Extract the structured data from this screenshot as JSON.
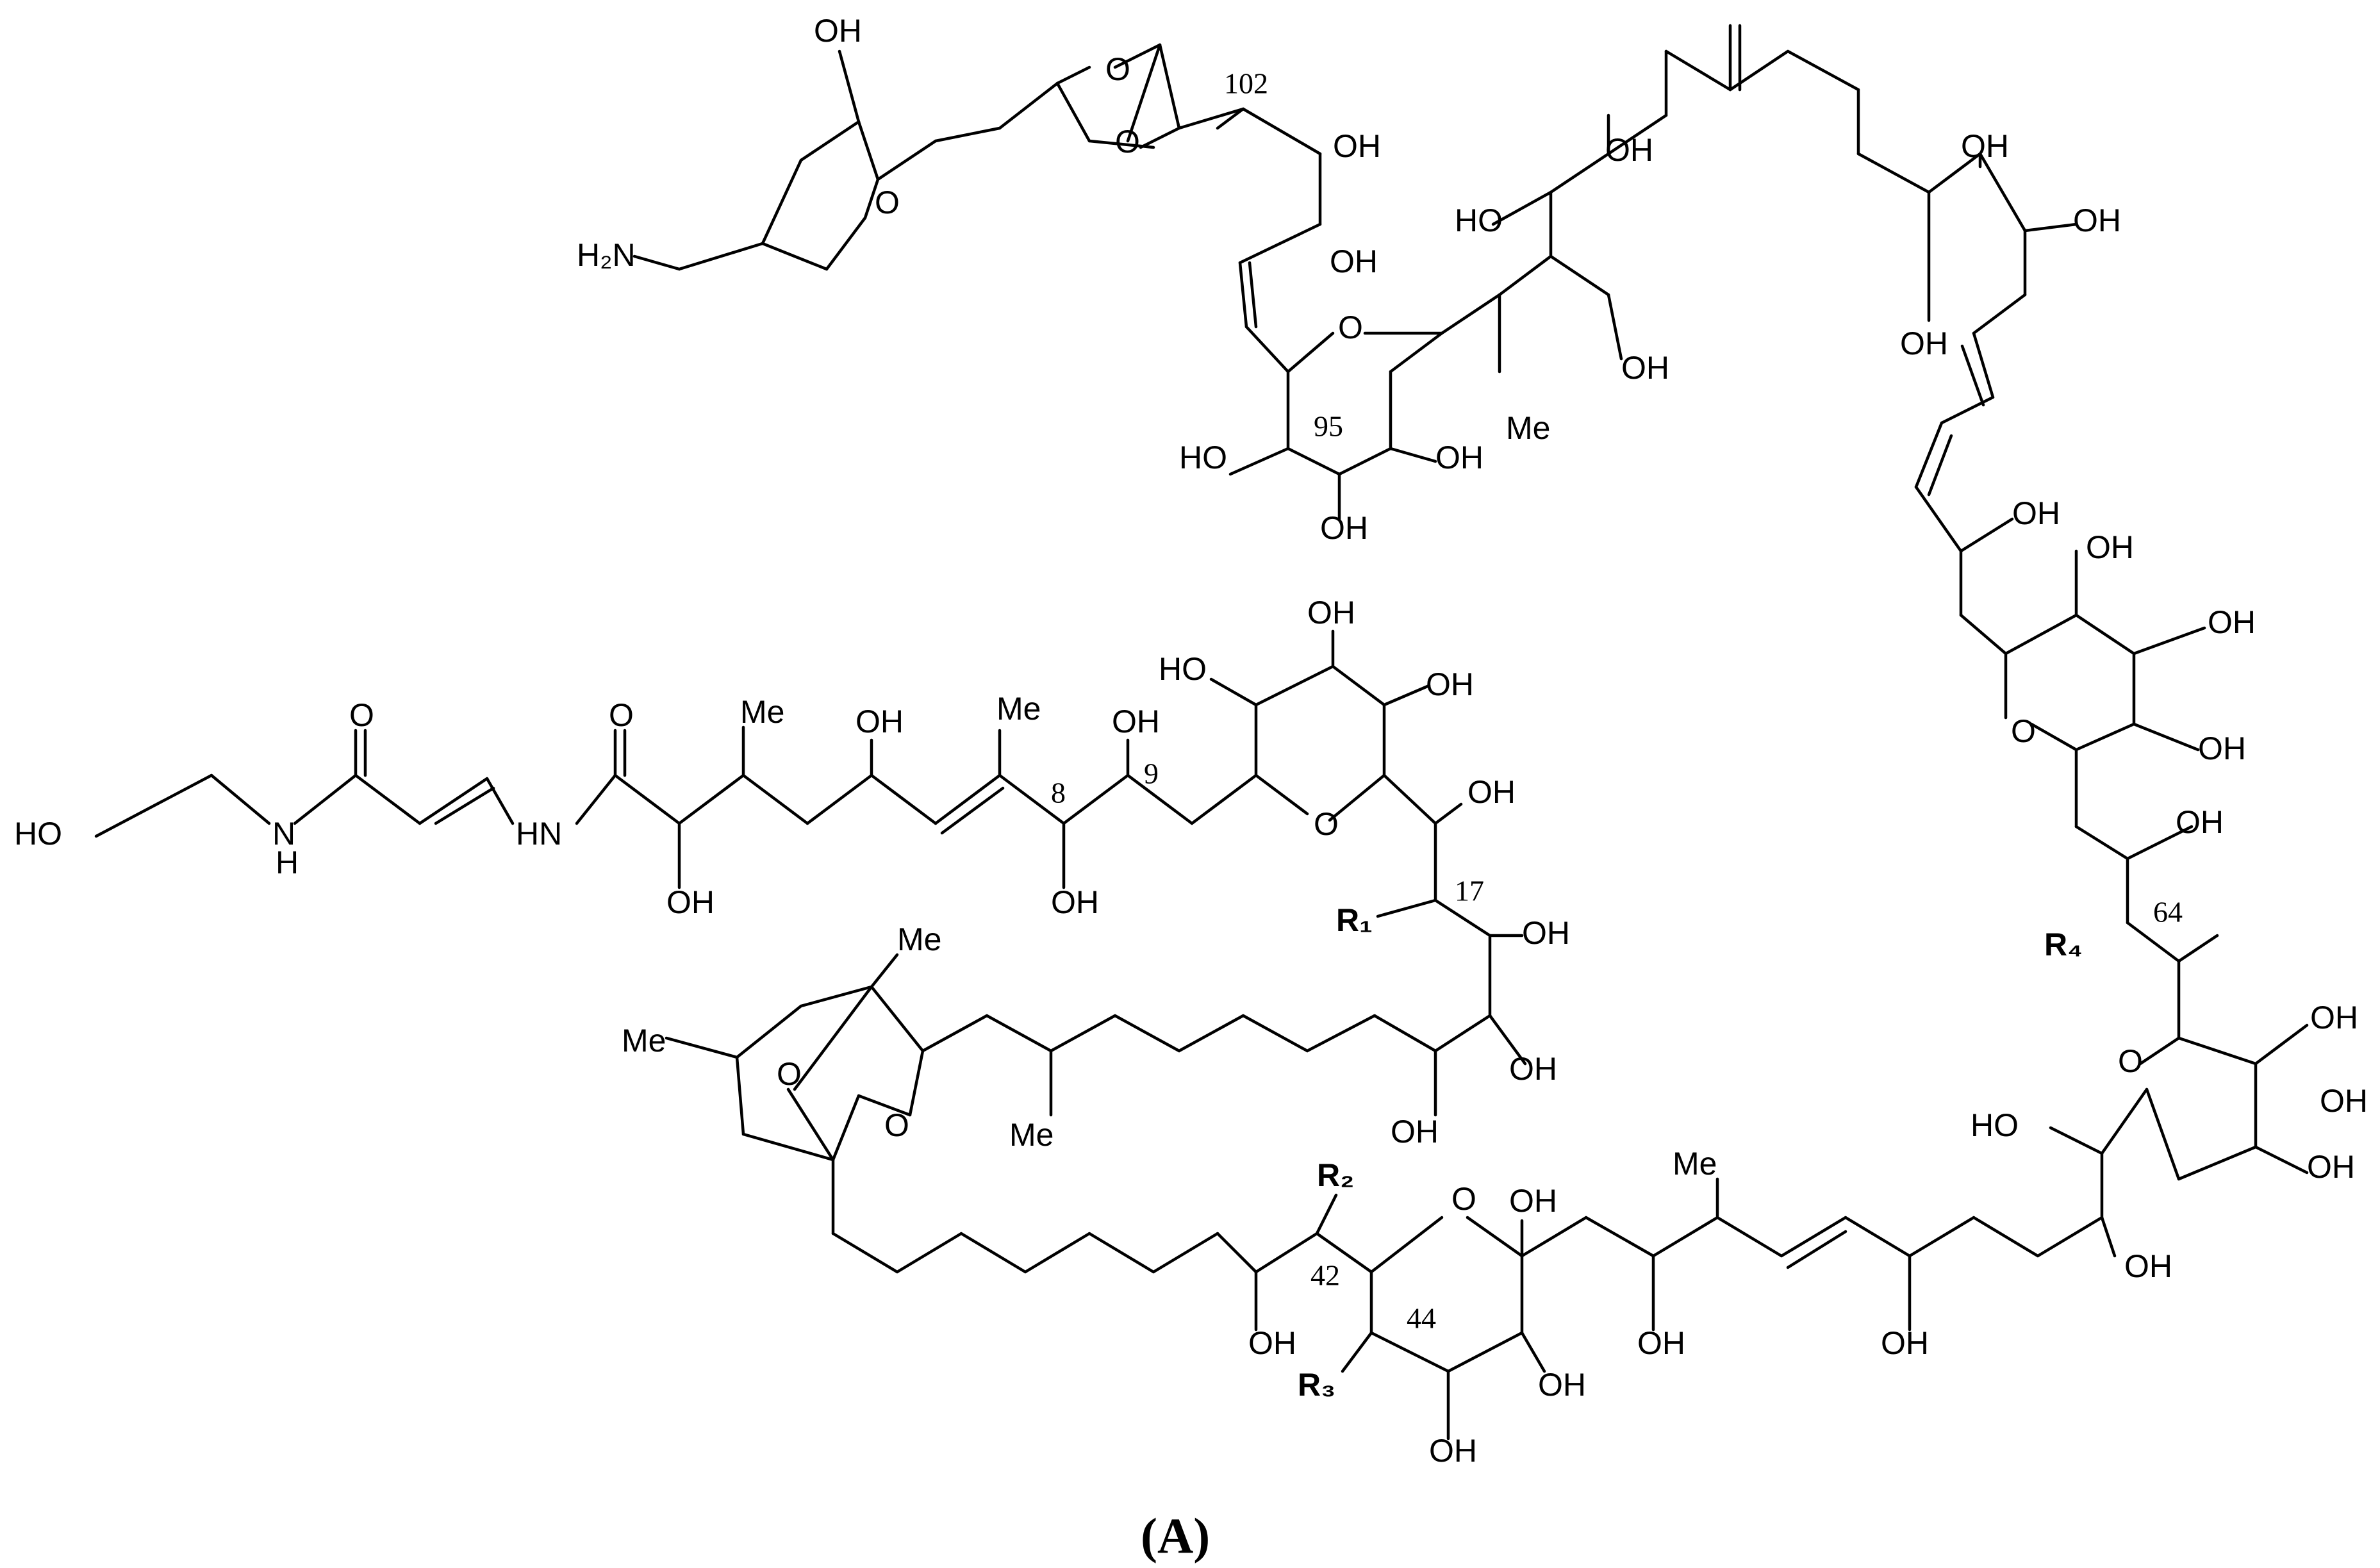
{
  "labels": {
    "oh": "OH",
    "ho": "HO",
    "o": "O",
    "me": "Me",
    "hn": "HN",
    "nh": "N",
    "h": "H",
    "h2n": "H₂N",
    "r1": "R₁",
    "r2": "R₂",
    "r3": "R₃",
    "r4": "R₄"
  },
  "locants": {
    "c8": "8",
    "c9": "9",
    "c17": "17",
    "c42": "42",
    "c44": "44",
    "c64": "64",
    "c95": "95",
    "c102": "102"
  },
  "caption": "(A)"
}
